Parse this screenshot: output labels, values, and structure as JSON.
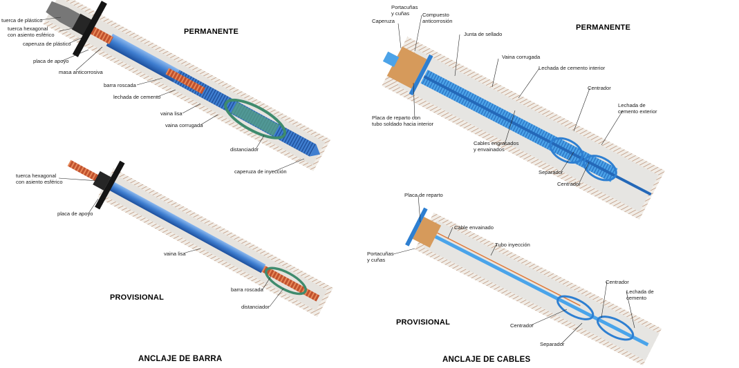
{
  "colors": {
    "bar_blue": "#3f7ed0",
    "thread_red": "#c0512d",
    "grout": "#e9e6e1",
    "hatch": "#b58a6f",
    "spacer_green": "#3f8b6d",
    "nut_black": "#1a1a1a"
  },
  "icons": [
    "anchor-plate-icon",
    "hex-nut-icon",
    "spacer-icon",
    "centralizer-icon"
  ],
  "bar": {
    "caption": "ANCLAJE DE BARRA",
    "permanent": {
      "title": "PERMANENTE",
      "labels": {
        "plastic_nut": "tuerca de plástico",
        "hex_nut": "tuerca hexagonal\ncon asiento esférico",
        "plastic_cap": "caperuza de plástico",
        "bearing_plate": "placa de apoyo",
        "anticorrosion": "masa anticorrosiva",
        "threaded_bar": "barra roscada",
        "grout": "lechada de cemento",
        "smooth_sheath": "vaina lisa",
        "corrugated_sheath": "vaina corrugada",
        "spacer": "distanciador",
        "injection_cap": "caperuza de inyección"
      }
    },
    "provisional": {
      "title": "PROVISIONAL",
      "labels": {
        "hex_nut": "tuerca hexagonal\ncon asiento esférico",
        "bearing_plate": "placa de apoyo",
        "smooth_sheath": "vaina lisa",
        "threaded_bar": "barra roscada",
        "spacer": "distanciador"
      }
    }
  },
  "cables": {
    "caption": "ANCLAJE DE CABLES",
    "permanent": {
      "title": "PERMANENTE",
      "labels": {
        "wedge_holder": "Portacuñas\ny cuñas",
        "anticorrosion": "Compuesto\nanticorrosión",
        "cap": "Caperuza",
        "seal": "Junta de sellado",
        "corrugated_sheath": "Vaina corrugada",
        "inner_grout": "Lechada de cemento interior",
        "centralizer": "Centrador",
        "outer_grout": "Lechada de\ncemento exterior",
        "distribution_plate": "Placa de reparto con\ntubo soldado hacia interior",
        "greased_cables": "Cables engrasados\ny envainados",
        "separator": "Separador",
        "centralizer_2": "Centrador"
      }
    },
    "provisional": {
      "title": "PROVISIONAL",
      "labels": {
        "distribution_plate": "Placa de reparto",
        "sheathed_cable": "Cable envainado",
        "injection_tube": "Tubo inyección",
        "wedge_holder": "Portacuñas\ny cuñas",
        "centralizer": "Centrador",
        "grout": "Lechada de\ncemento",
        "centralizer_2": "Centrador",
        "separator": "Separador"
      }
    }
  }
}
